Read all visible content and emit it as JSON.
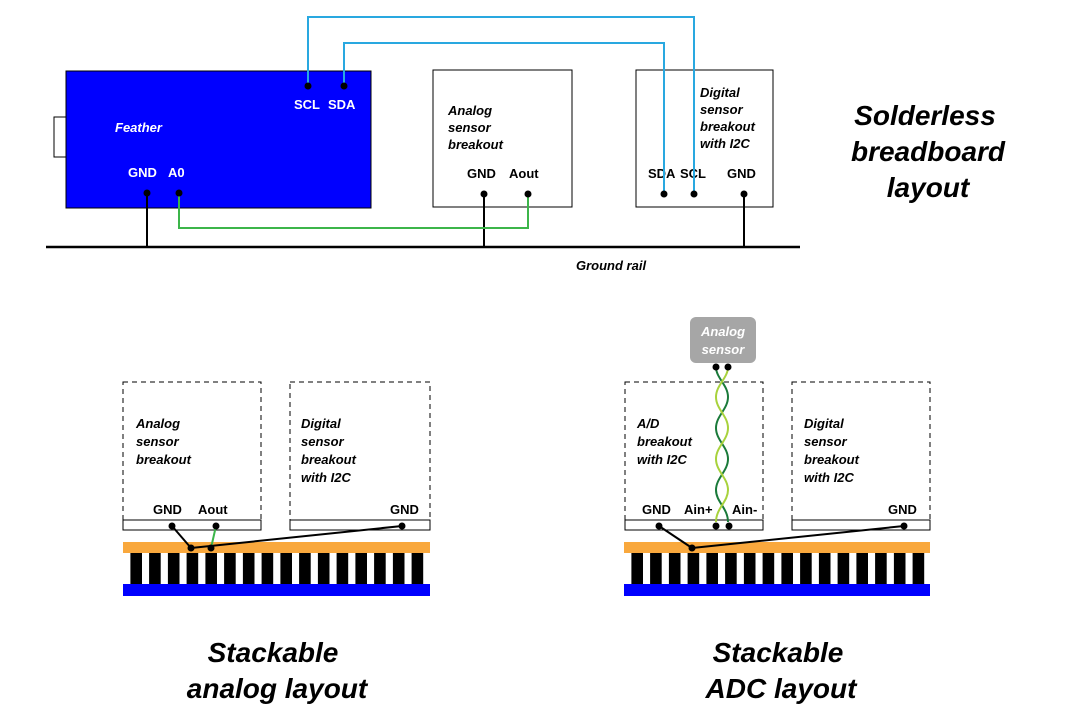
{
  "top": {
    "feather": {
      "name": "Feather",
      "scl": "SCL",
      "sda": "SDA",
      "gnd": "GND",
      "a0": "A0"
    },
    "analog": {
      "line1": "Analog",
      "line2": "sensor",
      "line3": "breakout",
      "gnd": "GND",
      "aout": "Aout"
    },
    "digital": {
      "line1": "Digital",
      "line2": "sensor",
      "line3": "breakout",
      "line4": "with I2C",
      "sda": "SDA",
      "scl": "SCL",
      "gnd": "GND"
    },
    "ground_rail": "Ground rail",
    "title": {
      "line1": "Solderless",
      "line2": "breadboard",
      "line3": "layout"
    }
  },
  "analog_stack": {
    "analog": {
      "line1": "Analog",
      "line2": "sensor",
      "line3": "breakout",
      "gnd": "GND",
      "aout": "Aout"
    },
    "digital": {
      "line1": "Digital",
      "line2": "sensor",
      "line3": "breakout",
      "line4": "with I2C",
      "gnd": "GND"
    },
    "title": {
      "line1": "Stackable",
      "line2": "analog layout"
    }
  },
  "adc_stack": {
    "sensor": {
      "line1": "Analog",
      "line2": "sensor"
    },
    "ad": {
      "line1": "A/D",
      "line2": "breakout",
      "line3": "with I2C",
      "gnd": "GND",
      "ainp": "Ain+",
      "ainm": "Ain-"
    },
    "digital": {
      "line1": "Digital",
      "line2": "sensor",
      "line3": "breakout",
      "line4": "with I2C",
      "gnd": "GND"
    },
    "title": {
      "line1": "Stackable",
      "line2": "ADC layout"
    }
  },
  "colors": {
    "feather_board": "#0000ff",
    "i2c_wire": "#29a8e0",
    "analog_wire": "#3cb54a",
    "header_orange": "#f9a83d",
    "header_blue": "#0000ff",
    "twisted_dark": "#1a7a3a",
    "twisted_light": "#a8d23c",
    "sensor_box": "#a6a6a6"
  }
}
